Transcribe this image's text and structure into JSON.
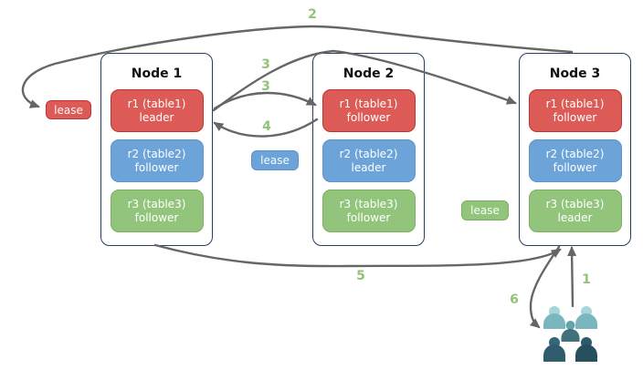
{
  "nodes": [
    {
      "title": "Node 1",
      "replicas": [
        {
          "range": "r1 (table1)",
          "role": "leader",
          "color": "#dc5b57"
        },
        {
          "range": "r2 (table2)",
          "role": "follower",
          "color": "#6ca4da"
        },
        {
          "range": "r3 (table3)",
          "role": "follower",
          "color": "#92c47c"
        }
      ]
    },
    {
      "title": "Node 2",
      "replicas": [
        {
          "range": "r1 (table1)",
          "role": "follower",
          "color": "#dc5b57"
        },
        {
          "range": "r2 (table2)",
          "role": "leader",
          "color": "#6ca4da"
        },
        {
          "range": "r3 (table3)",
          "role": "follower",
          "color": "#92c47c"
        }
      ]
    },
    {
      "title": "Node 3",
      "replicas": [
        {
          "range": "r1 (table1)",
          "role": "follower",
          "color": "#dc5b57"
        },
        {
          "range": "r2 (table2)",
          "role": "follower",
          "color": "#6ca4da"
        },
        {
          "range": "r3 (table3)",
          "role": "leader",
          "color": "#92c47c"
        }
      ]
    }
  ],
  "leases": {
    "red": {
      "label": "lease",
      "color": "#dc5b57"
    },
    "blue": {
      "label": "lease",
      "color": "#6ca4da"
    },
    "green": {
      "label": "lease",
      "color": "#92c47c"
    }
  },
  "steps": {
    "s1": "1",
    "s2": "2",
    "s3a": "3",
    "s3b": "3",
    "s4": "4",
    "s5": "5",
    "s6": "6"
  },
  "colors": {
    "node_border": "#273d63",
    "arrow": "#666666",
    "step_label": "#92c478",
    "users_light": "#a5d6da",
    "users_mid": "#79b6be",
    "users_dark": "#2c5666"
  },
  "icons": {
    "users": "users-icon"
  }
}
